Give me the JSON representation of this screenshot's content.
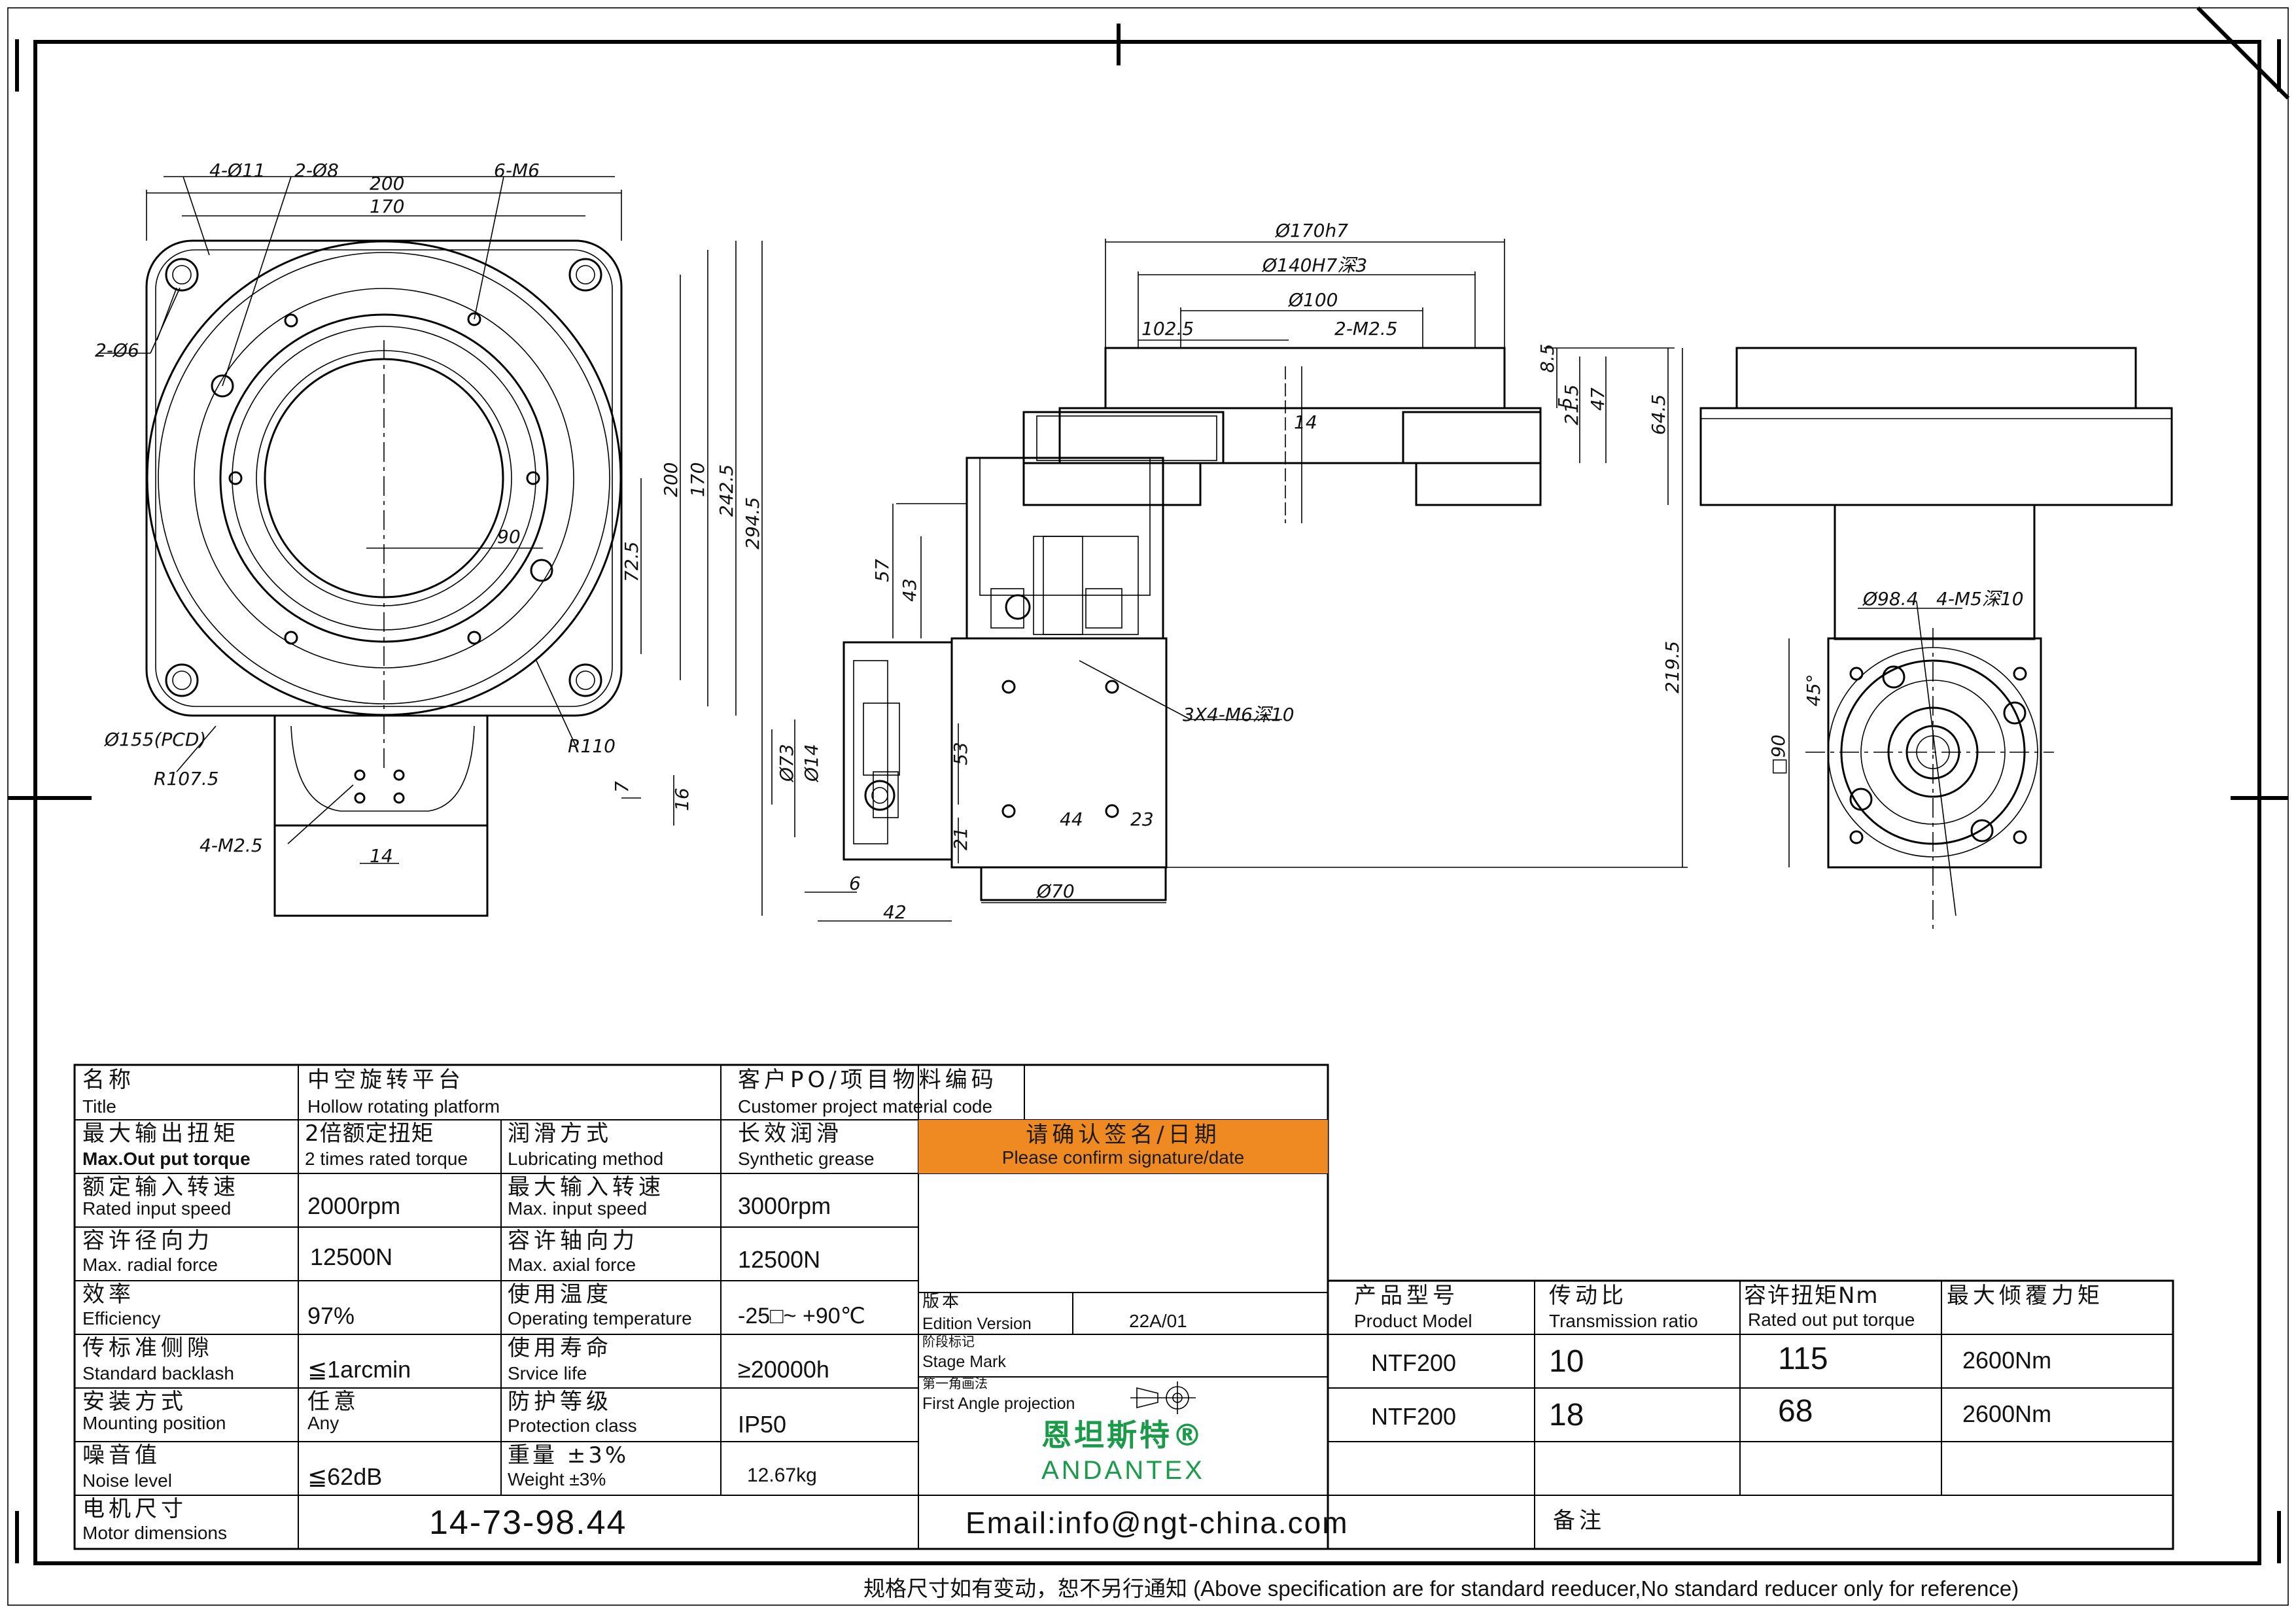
{
  "drawing": {
    "front_view_dims": {
      "d_4_11": "4-Ø11",
      "d_2_8": "2-Ø8",
      "w200": "200",
      "w170": "170",
      "m6": "6-M6",
      "d_2_6": "2-Ø6",
      "h200": "200",
      "h170": "170",
      "h242": "242.5",
      "h294": "294.5",
      "h72": "72.5",
      "r90": "90",
      "pcd": "Ø155(PCD)",
      "r107": "R107.5",
      "r110": "R110",
      "m25": "4-M2.5",
      "w14": "14",
      "d7": "7",
      "d16": "16"
    },
    "side_view_dims": {
      "d170h7": "Ø170h7",
      "d140": "Ø140H7深3",
      "d100": "Ø100",
      "l102": "102.5",
      "m25": "2-M2.5",
      "h85": "8.5",
      "h215": "21.5",
      "h47": "47",
      "h645": "64.5",
      "h5": "5",
      "w14": "14",
      "h57": "57",
      "h43": "43",
      "m6": "3X4-M6深10",
      "h2195": "219.5",
      "d73": "Ø73",
      "d14": "Ø14",
      "h53": "53",
      "h21": "21",
      "w44": "44",
      "w23": "23",
      "w6": "6",
      "w42": "42",
      "d70": "Ø70"
    },
    "rear_view_dims": {
      "d98": "Ø98.4",
      "m5": "4-M5深10",
      "deg45": "45°",
      "sq90": "□90"
    }
  },
  "spec_table": {
    "title_zh": "名称",
    "title_en": "Title",
    "name_zh": "中空旋转平台",
    "name_en": "Hollow rotating platform",
    "po_zh": "客户PO/项目物料编码",
    "po_en": "Customer project material code",
    "confirm_zh": "请确认签名/日期",
    "confirm_en": "Please confirm signature/date",
    "rows": [
      {
        "k1_zh": "最大输出扭矩",
        "k1_en": "Max.Out put torque",
        "v1_zh": "2倍额定扭矩",
        "v1_en": "2 times rated torque",
        "k2_zh": "润滑方式",
        "k2_en": "Lubricating method",
        "v2_zh": "长效润滑",
        "v2_en": "Synthetic grease"
      },
      {
        "k1_zh": "额定输入转速",
        "k1_en": "Rated input speed",
        "v1": "2000rpm",
        "k2_zh": "最大输入转速",
        "k2_en": "Max. input speed",
        "v2": "3000rpm"
      },
      {
        "k1_zh": "容许径向力",
        "k1_en": "Max. radial force",
        "v1": "12500N",
        "k2_zh": "容许轴向力",
        "k2_en": "Max. axial force",
        "v2": "12500N"
      },
      {
        "k1_zh": "效率",
        "k1_en": "Efficiency",
        "v1": "97%",
        "k2_zh": "使用温度",
        "k2_en": "Operating temperature",
        "v2": "-25□~ +90℃"
      },
      {
        "k1_zh": "传标准侧隙",
        "k1_en": "Standard backlash",
        "v1": "≦1arcmin",
        "k2_zh": "使用寿命",
        "k2_en": "Srvice life",
        "v2": "≥20000h"
      },
      {
        "k1_zh": "安装方式",
        "k1_en": "Mounting position",
        "v1_zh": "任意",
        "v1_en": "Any",
        "k2_zh": "防护等级",
        "k2_en": "Protection class",
        "v2": "IP50"
      },
      {
        "k1_zh": "噪音值",
        "k1_en": "Noise level",
        "v1": "≦62dB",
        "k2_zh": "重量 ±3%",
        "k2_en": "Weight ±3%",
        "v2": "12.67kg"
      }
    ],
    "motor_zh": "电机尺寸",
    "motor_en": "Motor dimensions",
    "motor_val": "14-73-98.44",
    "edition_zh": "版本",
    "edition_en": "Edition Version",
    "edition_val": "22A/01",
    "stage_zh": "阶段标记",
    "stage_en": "Stage Mark",
    "proj_zh": "第一角画法",
    "proj_en": "First Angle projection",
    "brand_zh": "恩坦斯特®",
    "brand_en": "ANDANTEX",
    "email": "Email:info@ngt-china.com",
    "remark_zh": "备注",
    "model_table": {
      "headers": [
        {
          "zh": "产品型号",
          "en": "Product Model"
        },
        {
          "zh": "传动比",
          "en": "Transmission ratio"
        },
        {
          "zh": "容许扭矩Nm",
          "en": "Rated out put torque"
        },
        {
          "zh": "最大倾覆力矩",
          "en": ""
        }
      ],
      "rows": [
        [
          "NTF200",
          "10",
          "115",
          "2600Nm"
        ],
        [
          "NTF200",
          "18",
          "68",
          "2600Nm"
        ]
      ]
    },
    "footer": "规格尺寸如有变动，恕不另行通知   (Above specification are for standard reeducer,No standard reducer only for reference)"
  },
  "colors": {
    "confirm_bg": "#ee8a21",
    "brand": "#1b9a4a",
    "line": "#000000"
  }
}
